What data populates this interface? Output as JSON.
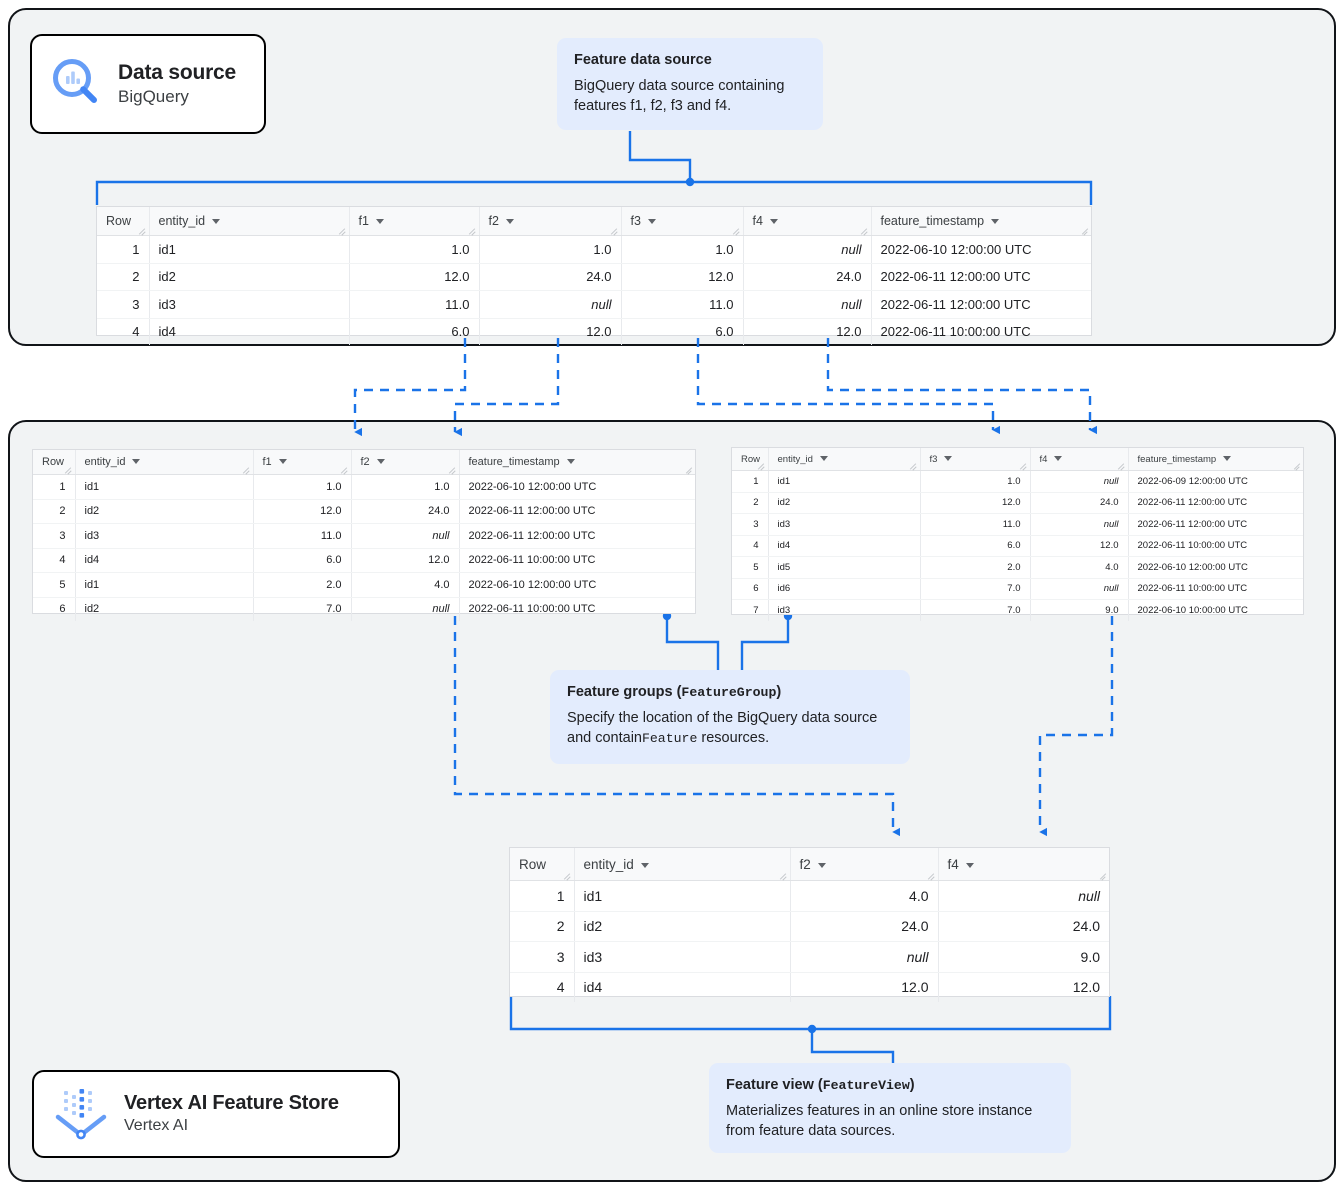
{
  "colors": {
    "accent": "#1a73e8",
    "callout_bg": "#e3ecfd",
    "panel_bg": "#f1f3f4",
    "panel_border": "#111418",
    "table_header_bg": "#f8f9fa"
  },
  "chips": [
    {
      "id": "data-source",
      "icon": "bigquery-magnifier-icon",
      "title": "Data source",
      "subtitle": "BigQuery"
    },
    {
      "id": "vertex-ai-feature-store",
      "icon": "vertex-ai-feature-store-icon",
      "title": "Vertex AI Feature Store",
      "subtitle": "Vertex AI"
    }
  ],
  "callouts": [
    {
      "id": "feature-data-source",
      "title": "Feature data source",
      "title_code": "",
      "body_prefix": "BigQuery data source containing features f1, f2, f3 and f4.",
      "body_code": "",
      "body_suffix": ""
    },
    {
      "id": "feature-groups",
      "title": "Feature groups (",
      "title_code": "FeatureGroup",
      "title_close": ")",
      "body_prefix": "Specify the location of the BigQuery data source and contain",
      "body_code": "Feature",
      "body_suffix": " resources."
    },
    {
      "id": "feature-view",
      "title": "Feature view (",
      "title_code": "FeatureView",
      "title_close": ")",
      "body_prefix": "Materializes features in an online store instance from feature data sources.",
      "body_code": "",
      "body_suffix": ""
    }
  ],
  "tables": {
    "source": {
      "name": "feature-data-source-table",
      "columns": [
        "Row",
        "entity_id",
        "f1",
        "f2",
        "f3",
        "f4",
        "feature_timestamp"
      ],
      "rows": [
        [
          "1",
          "id1",
          "1.0",
          "1.0",
          "1.0",
          "null",
          "2022-06-10 12:00:00 UTC"
        ],
        [
          "2",
          "id2",
          "12.0",
          "24.0",
          "12.0",
          "24.0",
          "2022-06-11 12:00:00 UTC"
        ],
        [
          "3",
          "id3",
          "11.0",
          "null",
          "11.0",
          "null",
          "2022-06-11 12:00:00 UTC"
        ],
        [
          "4",
          "id4",
          "6.0",
          "12.0",
          "6.0",
          "12.0",
          "2022-06-11 10:00:00 UTC"
        ]
      ]
    },
    "feature_group_1": {
      "name": "feature-group-1-table",
      "columns": [
        "Row",
        "entity_id",
        "f1",
        "f2",
        "feature_timestamp"
      ],
      "rows": [
        [
          "1",
          "id1",
          "1.0",
          "1.0",
          "2022-06-10 12:00:00 UTC"
        ],
        [
          "2",
          "id2",
          "12.0",
          "24.0",
          "2022-06-11 12:00:00 UTC"
        ],
        [
          "3",
          "id3",
          "11.0",
          "null",
          "2022-06-11 12:00:00 UTC"
        ],
        [
          "4",
          "id4",
          "6.0",
          "12.0",
          "2022-06-11 10:00:00 UTC"
        ],
        [
          "5",
          "id1",
          "2.0",
          "4.0",
          "2022-06-10 12:00:00 UTC"
        ],
        [
          "6",
          "id2",
          "7.0",
          "null",
          "2022-06-11 10:00:00 UTC"
        ]
      ]
    },
    "feature_group_2": {
      "name": "feature-group-2-table",
      "columns": [
        "Row",
        "entity_id",
        "f3",
        "f4",
        "feature_timestamp"
      ],
      "rows": [
        [
          "1",
          "id1",
          "1.0",
          "null",
          "2022-06-09 12:00:00 UTC"
        ],
        [
          "2",
          "id2",
          "12.0",
          "24.0",
          "2022-06-11 12:00:00 UTC"
        ],
        [
          "3",
          "id3",
          "11.0",
          "null",
          "2022-06-11 12:00:00 UTC"
        ],
        [
          "4",
          "id4",
          "6.0",
          "12.0",
          "2022-06-11 10:00:00 UTC"
        ],
        [
          "5",
          "id5",
          "2.0",
          "4.0",
          "2022-06-10 12:00:00 UTC"
        ],
        [
          "6",
          "id6",
          "7.0",
          "null",
          "2022-06-11 10:00:00 UTC"
        ],
        [
          "7",
          "id3",
          "7.0",
          "9.0",
          "2022-06-10 10:00:00 UTC"
        ]
      ]
    },
    "feature_view": {
      "name": "feature-view-table",
      "columns": [
        "Row",
        "entity_id",
        "f2",
        "f4"
      ],
      "rows": [
        [
          "1",
          "id1",
          "4.0",
          "null"
        ],
        [
          "2",
          "id2",
          "24.0",
          "24.0"
        ],
        [
          "3",
          "id3",
          "null",
          "9.0"
        ],
        [
          "4",
          "id4",
          "12.0",
          "12.0"
        ]
      ]
    }
  }
}
